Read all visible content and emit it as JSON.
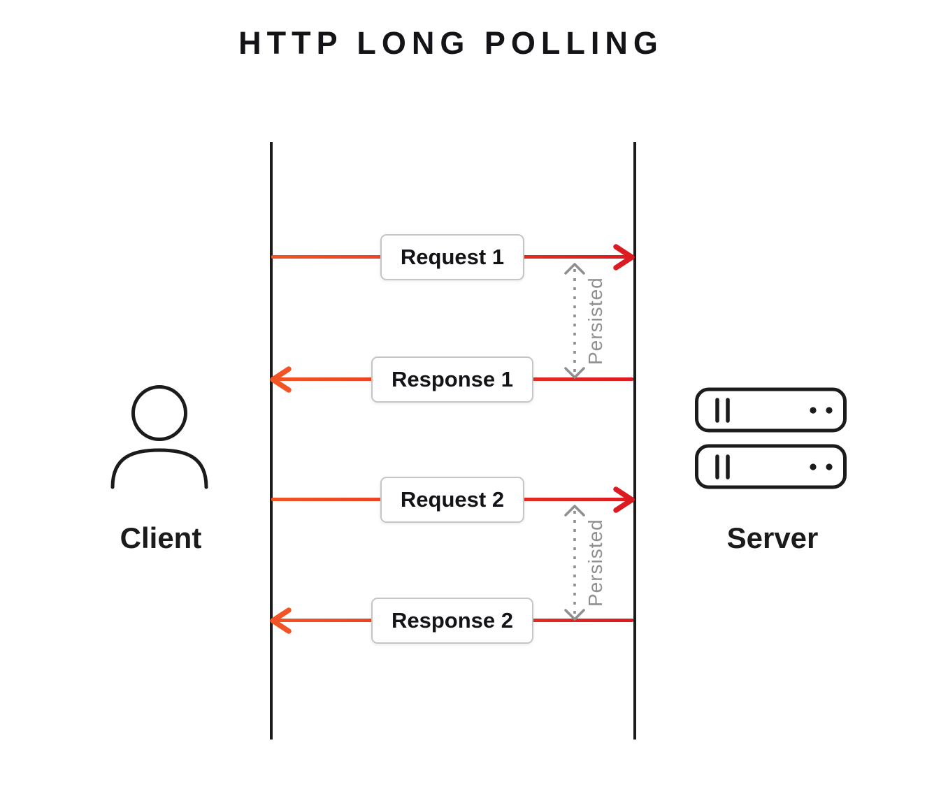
{
  "title": "HTTP LONG POLLING",
  "client": {
    "label": "Client",
    "icon": "person-icon"
  },
  "server": {
    "label": "Server",
    "icon": "server-stack-icon"
  },
  "messages": [
    {
      "label": "Request 1",
      "from": "client",
      "to": "server"
    },
    {
      "label": "Response 1",
      "from": "server",
      "to": "client"
    },
    {
      "label": "Request 2",
      "from": "client",
      "to": "server"
    },
    {
      "label": "Response 2",
      "from": "server",
      "to": "client"
    }
  ],
  "persisted_spans": [
    {
      "label": "Persisted",
      "between": [
        "Request 1",
        "Response 1"
      ]
    },
    {
      "label": "Persisted",
      "between": [
        "Request 2",
        "Response 2"
      ]
    }
  ],
  "colors": {
    "arrow_orange": "#F25425",
    "arrow_red": "#DB1B21",
    "lifeline": "#1B1B1B",
    "persisted_gray": "#8F8F8F",
    "box_border": "#C5C5C5",
    "text": "#131318",
    "background": "#FFFFFF"
  }
}
